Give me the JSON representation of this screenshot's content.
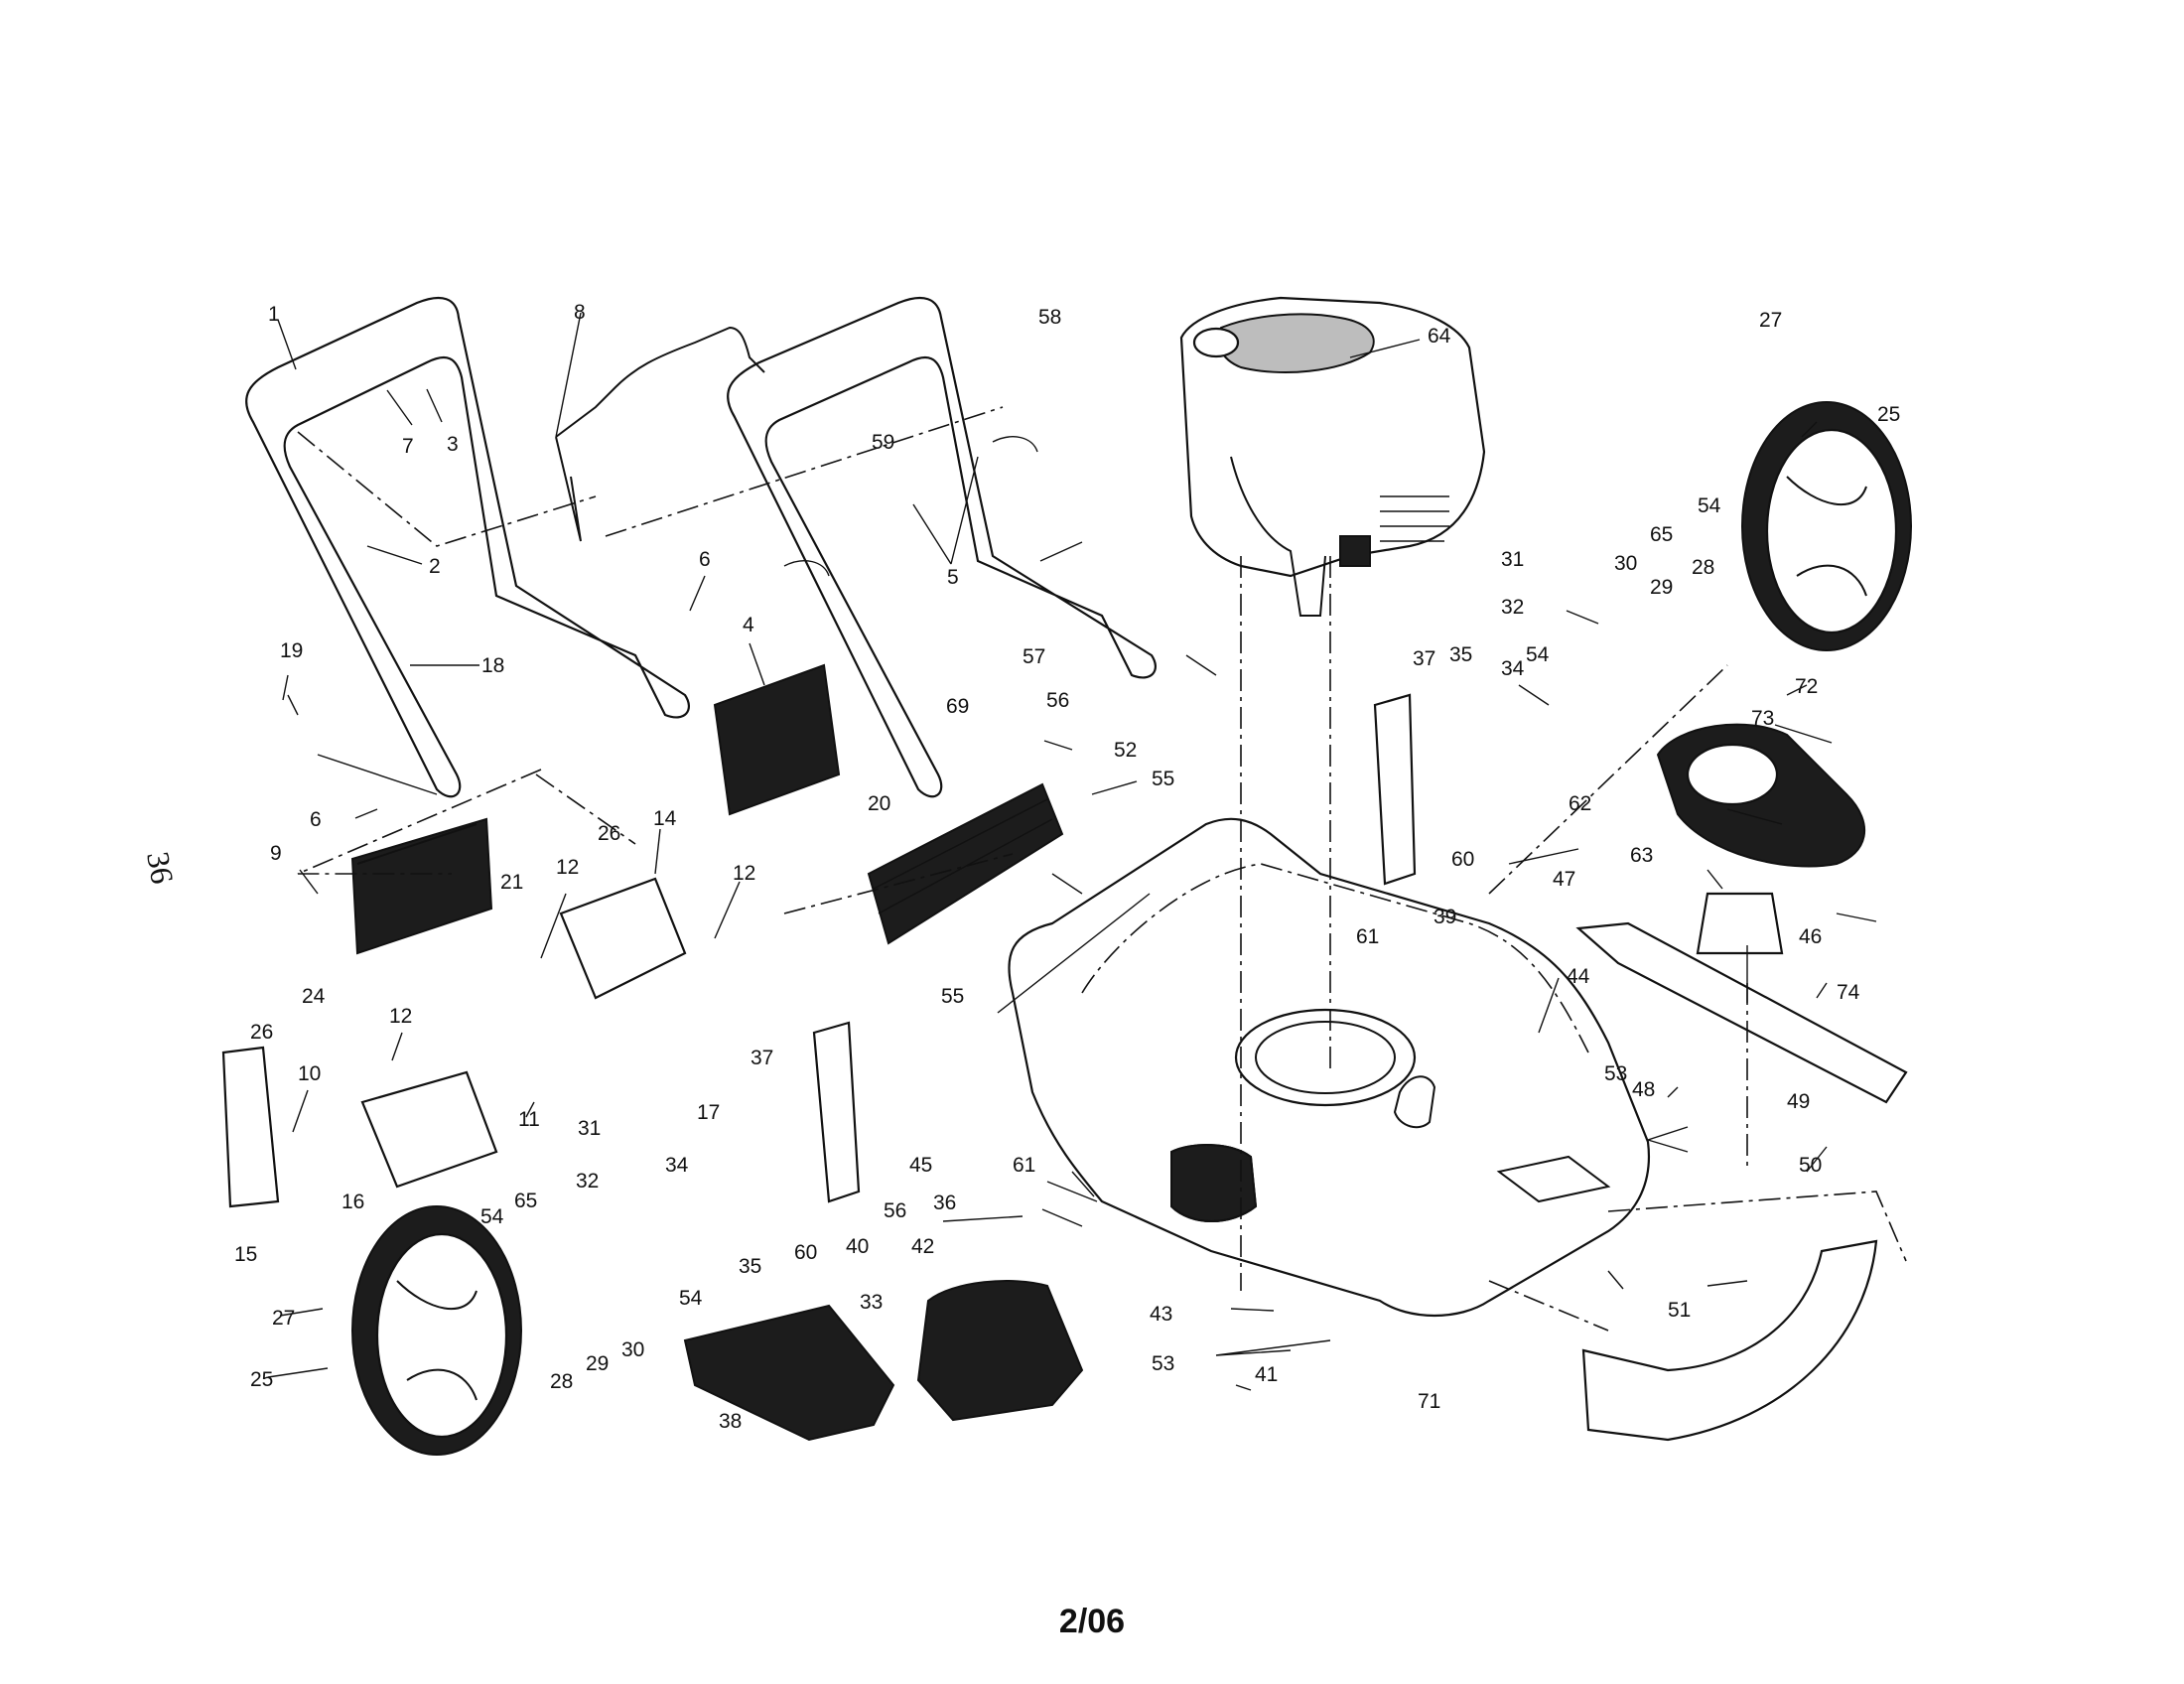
{
  "footer": {
    "date_code": "2/06"
  },
  "side_mark": "36",
  "parts": [
    {
      "id": "p1",
      "label": "1"
    },
    {
      "id": "p2",
      "label": "2"
    },
    {
      "id": "p3",
      "label": "3"
    },
    {
      "id": "p4",
      "label": "4"
    },
    {
      "id": "p5",
      "label": "5"
    },
    {
      "id": "p6a",
      "label": "6"
    },
    {
      "id": "p6b",
      "label": "6"
    },
    {
      "id": "p7",
      "label": "7"
    },
    {
      "id": "p8",
      "label": "8"
    },
    {
      "id": "p9",
      "label": "9"
    },
    {
      "id": "p10",
      "label": "10"
    },
    {
      "id": "p11",
      "label": "11"
    },
    {
      "id": "p12a",
      "label": "12"
    },
    {
      "id": "p12b",
      "label": "12"
    },
    {
      "id": "p12c",
      "label": "12"
    },
    {
      "id": "p14",
      "label": "14"
    },
    {
      "id": "p15",
      "label": "15"
    },
    {
      "id": "p16",
      "label": "16"
    },
    {
      "id": "p17",
      "label": "17"
    },
    {
      "id": "p18",
      "label": "18"
    },
    {
      "id": "p19",
      "label": "19"
    },
    {
      "id": "p20",
      "label": "20"
    },
    {
      "id": "p21",
      "label": "21"
    },
    {
      "id": "p24",
      "label": "24"
    },
    {
      "id": "p25a",
      "label": "25"
    },
    {
      "id": "p25b",
      "label": "25"
    },
    {
      "id": "p26a",
      "label": "26"
    },
    {
      "id": "p26b",
      "label": "26"
    },
    {
      "id": "p27a",
      "label": "27"
    },
    {
      "id": "p27b",
      "label": "27"
    },
    {
      "id": "p28a",
      "label": "28"
    },
    {
      "id": "p28b",
      "label": "28"
    },
    {
      "id": "p29a",
      "label": "29"
    },
    {
      "id": "p29b",
      "label": "29"
    },
    {
      "id": "p30a",
      "label": "30"
    },
    {
      "id": "p30b",
      "label": "30"
    },
    {
      "id": "p31a",
      "label": "31"
    },
    {
      "id": "p31b",
      "label": "31"
    },
    {
      "id": "p32a",
      "label": "32"
    },
    {
      "id": "p32b",
      "label": "32"
    },
    {
      "id": "p33",
      "label": "33"
    },
    {
      "id": "p34a",
      "label": "34"
    },
    {
      "id": "p34b",
      "label": "34"
    },
    {
      "id": "p35a",
      "label": "35"
    },
    {
      "id": "p35b",
      "label": "35"
    },
    {
      "id": "p36",
      "label": "36"
    },
    {
      "id": "p37a",
      "label": "37"
    },
    {
      "id": "p37b",
      "label": "37"
    },
    {
      "id": "p38",
      "label": "38"
    },
    {
      "id": "p39",
      "label": "39"
    },
    {
      "id": "p40",
      "label": "40"
    },
    {
      "id": "p41",
      "label": "41"
    },
    {
      "id": "p42",
      "label": "42"
    },
    {
      "id": "p43",
      "label": "43"
    },
    {
      "id": "p44",
      "label": "44"
    },
    {
      "id": "p45",
      "label": "45"
    },
    {
      "id": "p46",
      "label": "46"
    },
    {
      "id": "p47",
      "label": "47"
    },
    {
      "id": "p48",
      "label": "48"
    },
    {
      "id": "p49",
      "label": "49"
    },
    {
      "id": "p50",
      "label": "50"
    },
    {
      "id": "p51",
      "label": "51"
    },
    {
      "id": "p52",
      "label": "52"
    },
    {
      "id": "p53a",
      "label": "53"
    },
    {
      "id": "p53b",
      "label": "53"
    },
    {
      "id": "p54a",
      "label": "54"
    },
    {
      "id": "p54b",
      "label": "54"
    },
    {
      "id": "p54c",
      "label": "54"
    },
    {
      "id": "p54d",
      "label": "54"
    },
    {
      "id": "p55a",
      "label": "55"
    },
    {
      "id": "p55b",
      "label": "55"
    },
    {
      "id": "p56a",
      "label": "56"
    },
    {
      "id": "p56b",
      "label": "56"
    },
    {
      "id": "p57",
      "label": "57"
    },
    {
      "id": "p58",
      "label": "58"
    },
    {
      "id": "p59",
      "label": "59"
    },
    {
      "id": "p60a",
      "label": "60"
    },
    {
      "id": "p60b",
      "label": "60"
    },
    {
      "id": "p61a",
      "label": "61"
    },
    {
      "id": "p61b",
      "label": "61"
    },
    {
      "id": "p62",
      "label": "62"
    },
    {
      "id": "p63",
      "label": "63"
    },
    {
      "id": "p64",
      "label": "64"
    },
    {
      "id": "p65a",
      "label": "65"
    },
    {
      "id": "p65b",
      "label": "65"
    },
    {
      "id": "p69",
      "label": "69"
    },
    {
      "id": "p71",
      "label": "71"
    },
    {
      "id": "p72",
      "label": "72"
    },
    {
      "id": "p73",
      "label": "73"
    },
    {
      "id": "p74",
      "label": "74"
    }
  ]
}
